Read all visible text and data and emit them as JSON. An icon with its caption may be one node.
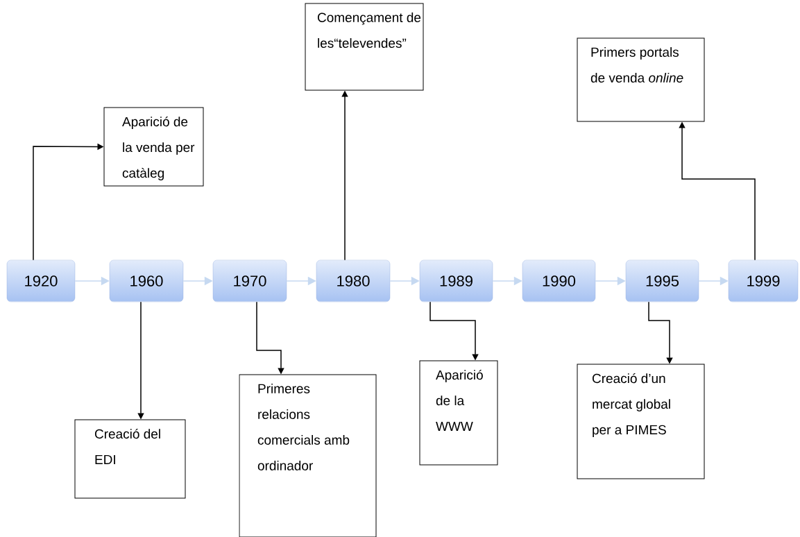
{
  "diagram": {
    "nodes": [
      {
        "text": [
          "1920"
        ]
      },
      {
        "text": [
          "1960"
        ]
      },
      {
        "text": [
          "1970"
        ]
      },
      {
        "text": [
          "1980"
        ]
      },
      {
        "text": [
          "1989"
        ]
      },
      {
        "text": [
          "1990"
        ]
      },
      {
        "text": [
          "1995"
        ]
      },
      {
        "text": [
          "1999"
        ]
      },
      {
        "text": [
          "Aparició de la venda per catàleg"
        ]
      },
      {
        "text": [
          "Començament de les“televendes”"
        ]
      },
      {
        "text": [
          "Primers portals de venda *online*"
        ]
      },
      {
        "text": [
          "Creació del EDI"
        ]
      },
      {
        "text": [
          "Primeres relacions comercials amb ordinador"
        ]
      },
      {
        "text": [
          "Aparició de la WWW"
        ]
      },
      {
        "text": [
          "Creació d’un mercat global per a PIMES"
        ]
      }
    ],
    "edges": [
      {
        "from": 0,
        "to": 1,
        "arrow": "to",
        "color": "#c6d9f1"
      },
      {
        "from": 1,
        "to": 2,
        "arrow": "to",
        "color": "#c6d9f1"
      },
      {
        "from": 2,
        "to": 3,
        "arrow": "to",
        "color": "#c6d9f1"
      },
      {
        "from": 3,
        "to": 4,
        "arrow": "to",
        "color": "#c6d9f1"
      },
      {
        "from": 4,
        "to": 5,
        "arrow": "to",
        "color": "#c6d9f1"
      },
      {
        "from": 5,
        "to": 6,
        "arrow": "to",
        "color": "#c6d9f1"
      },
      {
        "from": 6,
        "to": 7,
        "arrow": "to",
        "color": "#c6d9f1"
      },
      {
        "from": 0,
        "to": 8,
        "arrow": "to",
        "color": "#000000"
      },
      {
        "from": 3,
        "to": 9,
        "arrow": "to",
        "color": "#000000"
      },
      {
        "from": 7,
        "to": 10,
        "arrow": "to",
        "color": "#000000"
      },
      {
        "from": 1,
        "to": 11,
        "arrow": "to",
        "color": "#000000"
      },
      {
        "from": 2,
        "to": 12,
        "arrow": "to",
        "color": "#000000"
      },
      {
        "from": 4,
        "to": 13,
        "arrow": "to",
        "color": "#000000"
      },
      {
        "from": 6,
        "to": 14,
        "arrow": "to",
        "color": "#000000"
      }
    ]
  }
}
